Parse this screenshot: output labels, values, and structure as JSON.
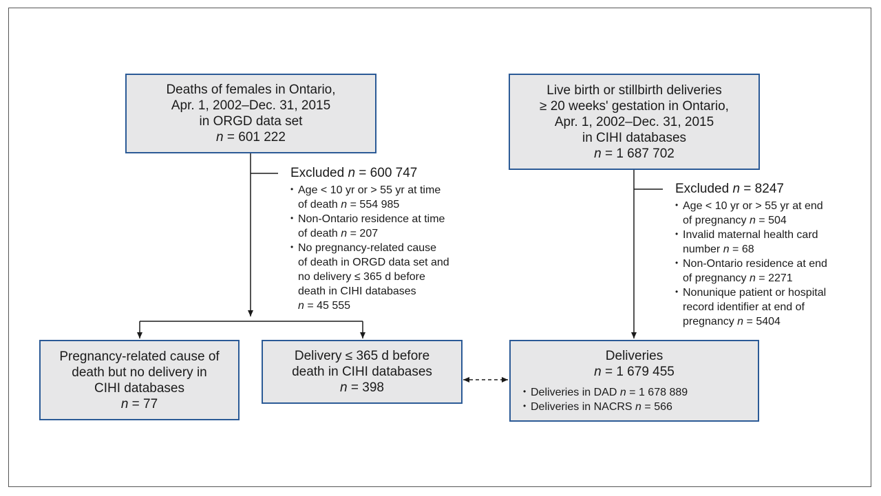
{
  "box_deaths": {
    "lines": [
      "Deaths of females in Ontario,",
      "Apr. 1, 2002–Dec. 31, 2015",
      "in ORGD data set"
    ],
    "n_label": "n",
    "n_value": " = 601 222"
  },
  "box_births": {
    "lines": [
      "Live birth or stillbirth deliveries",
      "≥ 20 weeks' gestation in Ontario,",
      "Apr. 1, 2002–Dec. 31, 2015",
      "in CIHI databases"
    ],
    "n_label": "n",
    "n_value": " = 1 687 702"
  },
  "excluded_left": {
    "head_label": "Excluded ",
    "head_n": "n",
    "head_value": " = 600 747",
    "items": [
      {
        "lines": [
          "Age < 10 yr or > 55 yr at time",
          "of death "
        ],
        "n": "n",
        "value": " = 554 985"
      },
      {
        "lines": [
          "Non-Ontario residence at time",
          "of death "
        ],
        "n": "n",
        "value": " = 207"
      },
      {
        "lines": [
          "No pregnancy-related cause",
          "of death in ORGD data set and",
          "no delivery ≤ 365 d before",
          "death in CIHI databases",
          ""
        ],
        "n": "n",
        "value": " = 45 555"
      }
    ]
  },
  "excluded_right": {
    "head_label": "Excluded ",
    "head_n": "n",
    "head_value": " = 8247",
    "items": [
      {
        "lines": [
          "Age < 10 yr or > 55 yr at end",
          "of pregnancy "
        ],
        "n": "n",
        "value": " = 504"
      },
      {
        "lines": [
          "Invalid maternal health card",
          "number "
        ],
        "n": "n",
        "value": " = 68"
      },
      {
        "lines": [
          "Non-Ontario residence at end",
          "of pregnancy "
        ],
        "n": "n",
        "value": " = 2271"
      },
      {
        "lines": [
          "Nonunique patient or hospital",
          "record  identifier at end of",
          "pregnancy "
        ],
        "n": "n",
        "value": " = 5404"
      }
    ]
  },
  "box_preg": {
    "lines": [
      "Pregnancy-related cause of",
      "death but no delivery in",
      "CIHI databases"
    ],
    "n_label": "n",
    "n_value": " = 77"
  },
  "box_delivery": {
    "lines": [
      "Delivery ≤ 365 d before",
      "death in CIHI databases"
    ],
    "n_label": "n",
    "n_value": " = 398"
  },
  "box_deliveries": {
    "title": "Deliveries",
    "n_label": "n",
    "n_value": " = 1 679 455",
    "items": [
      {
        "label": "Deliveries in DAD ",
        "n": "n",
        "value": " = 1 678 889"
      },
      {
        "label": "Deliveries in NACRS ",
        "n": "n",
        "value": " = 566"
      }
    ]
  },
  "colors": {
    "box_fill": "#e7e7e8",
    "box_border": "#2b5a96",
    "line": "#1a1a1a"
  }
}
